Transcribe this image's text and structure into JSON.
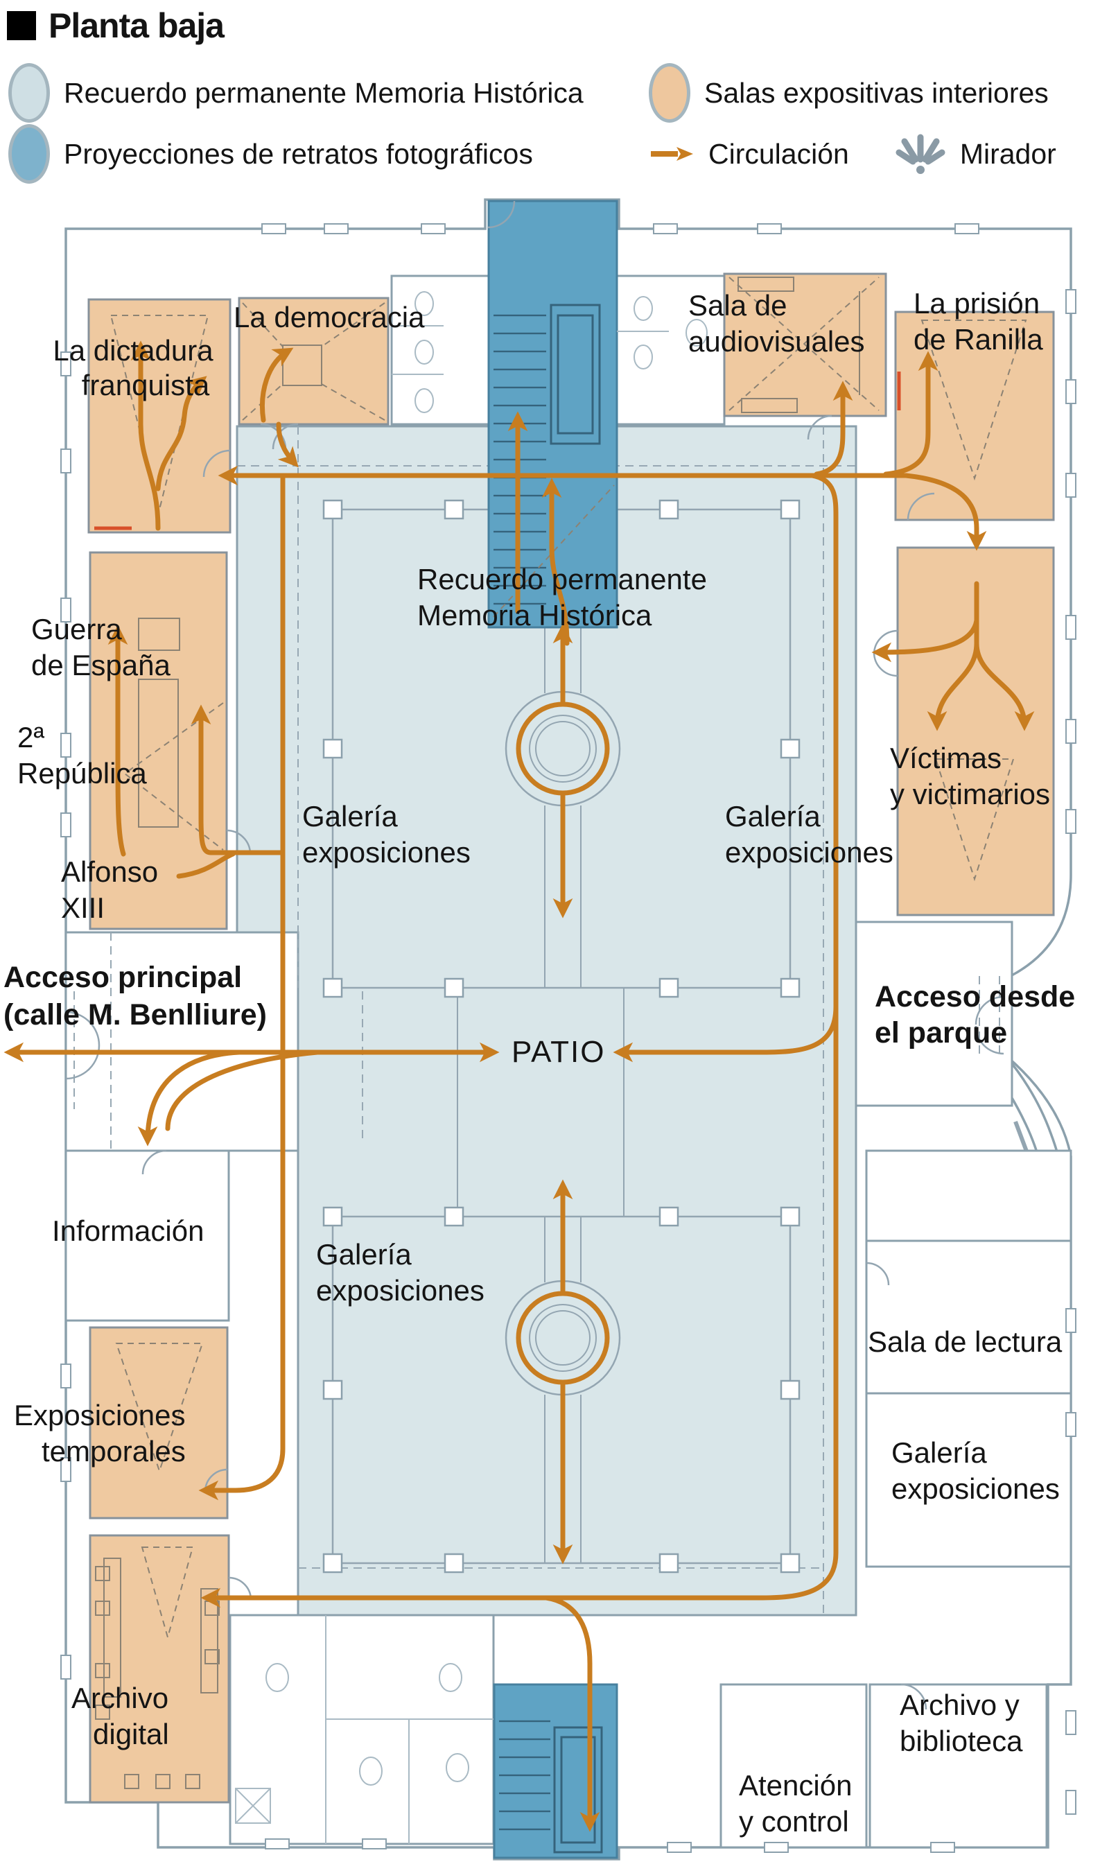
{
  "title": "Planta baja",
  "legend": {
    "recuerdo": {
      "label": "Recuerdo permanente Memoria Histórica",
      "color": "#cfdfe4"
    },
    "proyecciones": {
      "label": "Proyecciones de retratos fotográficos",
      "color": "#7eb2cc"
    },
    "salas": {
      "label": "Salas expositivas interiores",
      "color": "#eec79e"
    },
    "circulacion": {
      "label": "Circulación",
      "color": "#c87d20"
    },
    "mirador": {
      "label": "Mirador",
      "color": "#8a9aa5"
    }
  },
  "colors": {
    "expo_room": "#efc9a0",
    "memoria_zone": "#d9e6e9",
    "projection_zone": "#5fa3c4",
    "circulation": "#c87d20",
    "wall": "#8ba0ac",
    "wall_light": "#a9bac4",
    "text": "#141414",
    "red_mark": "#d8502a"
  },
  "rooms": {
    "dictadura": {
      "lines": [
        "La dictadura",
        "franquista"
      ]
    },
    "democracia": {
      "lines": [
        "La democracia"
      ]
    },
    "audiovisuales": {
      "lines": [
        "Sala de",
        "audiovisuales"
      ]
    },
    "ranilla": {
      "lines": [
        "La prisión",
        "de Ranilla"
      ]
    },
    "guerra": {
      "lines": [
        "Guerra",
        "de España"
      ]
    },
    "republica": {
      "lines": [
        "2ª",
        "República"
      ]
    },
    "alfonso": {
      "lines": [
        "Alfonso",
        "XIII"
      ]
    },
    "recuerdo": {
      "lines": [
        "Recuerdo permanente",
        "Memoria Histórica"
      ]
    },
    "galeria_nw": {
      "lines": [
        "Galería",
        "exposiciones"
      ]
    },
    "galeria_ne": {
      "lines": [
        "Galería",
        "exposiciones"
      ]
    },
    "victimas": {
      "lines": [
        "Víctimas",
        "y victimarios"
      ]
    },
    "acceso_principal": {
      "lines": [
        "Acceso principal",
        "(calle M. Benlliure)"
      ]
    },
    "patio": {
      "lines": [
        "PATIO"
      ]
    },
    "acceso_parque": {
      "lines": [
        "Acceso desde",
        "el parque"
      ]
    },
    "informacion": {
      "lines": [
        "Información"
      ]
    },
    "galeria_sw": {
      "lines": [
        "Galería",
        "exposiciones"
      ]
    },
    "expo_temporales": {
      "lines": [
        "Exposiciones",
        "temporales"
      ]
    },
    "sala_lectura": {
      "lines": [
        "Sala de lectura"
      ]
    },
    "galeria_se": {
      "lines": [
        "Galería",
        "exposiciones"
      ]
    },
    "archivo_digital": {
      "lines": [
        "Archivo",
        "digital"
      ]
    },
    "atencion": {
      "lines": [
        "Atención",
        "y control"
      ]
    },
    "archivo_biblioteca": {
      "lines": [
        "Archivo y",
        "biblioteca"
      ]
    }
  }
}
